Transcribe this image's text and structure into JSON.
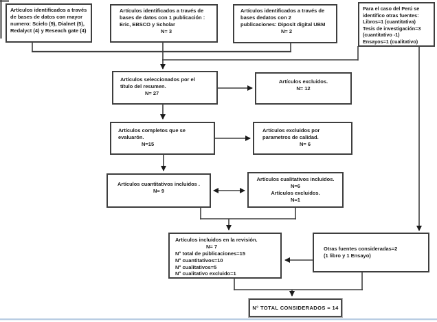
{
  "colors": {
    "box_border": "#3e3e3e",
    "text": "#1b1b1b",
    "connector_line": "#3e3e3e",
    "bottom_rule": "#b9cde3"
  },
  "boxes": {
    "sources_major": {
      "lines": [
        "Artículos identificados a través",
        "de bases de datos con mayor",
        "numero: Scielo (9), Dialnet (5),",
        "Redalyct (4) y Reseach gate (4)"
      ]
    },
    "sources_one_pub": {
      "lines": [
        "Artículos identificados a través de",
        "bases de datos con 1 publicación :",
        "Eric, EBSCO y Scholar"
      ],
      "n": "N= 3"
    },
    "sources_two_pub": {
      "lines": [
        "Artículos identificados a través de",
        "bases dedatos con 2",
        "publicaciones: Diposit digital UBM"
      ],
      "n": "N= 2"
    },
    "peru": {
      "lines": [
        "Para el caso del Perú se",
        "identifico otras fuentes:",
        "Libros=1 (cuantitativa)",
        "Tesis de investigación=3",
        "(cuantitativo -1)",
        "Ensayos=1 (cualitativo)"
      ]
    },
    "selected": {
      "lines": [
        "Artículos seleccionados por el",
        "título del resumen."
      ],
      "n": "N= 27"
    },
    "excluded_title": {
      "lines": [
        "Artículos excluidos.",
        "N= 12"
      ]
    },
    "evaluated": {
      "lines": [
        "Artículos completos que se",
        "evaluarón."
      ],
      "n": "N=15"
    },
    "excluded_quality": {
      "lines": [
        "Artículos excluidos por",
        "parametros de calidad.",
        "N= 6"
      ]
    },
    "quantitative": {
      "lines": [
        "Artículos cuantitativos incluidos .",
        "N= 9"
      ]
    },
    "qualitative": {
      "lines": [
        "Artículos cualitativos incluidos.",
        "N=6",
        "Artículos excluidos.",
        "N=1"
      ]
    },
    "review": {
      "lines": [
        "Artículos incluidos en la revisión.",
        "N= 7",
        "N° total de públicaciones=15",
        "N° cuantitativos=10",
        "N° cualitativos=5",
        "N° cualitativo excluido=1"
      ]
    },
    "other_sources": {
      "lines": [
        "Otras fuentes consideradas=2",
        "(1 libro y 1 Ensayo)"
      ]
    },
    "total": {
      "label": "N° TOTAL CONSIDERADOS  = 14"
    }
  }
}
